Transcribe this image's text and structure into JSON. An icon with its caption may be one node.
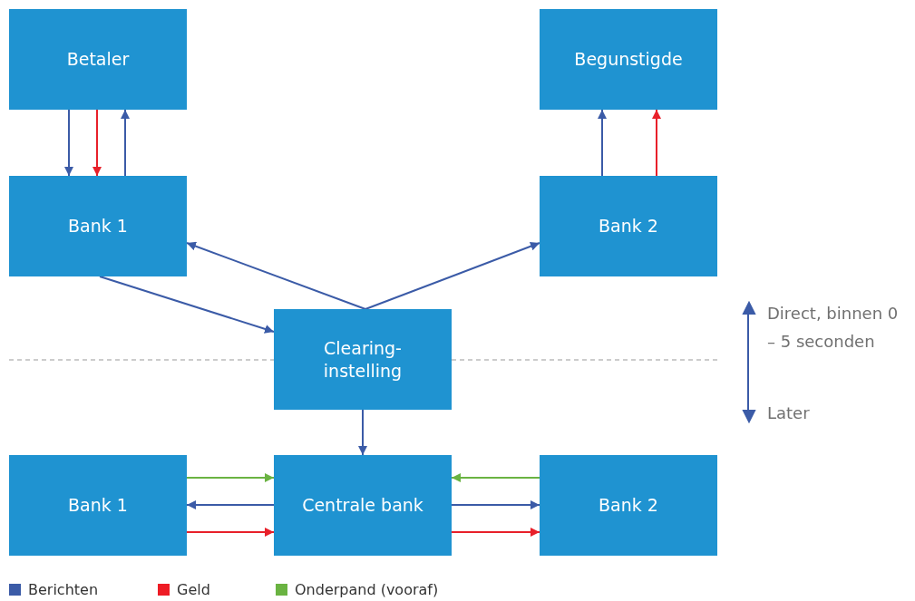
{
  "diagram": {
    "nodes": [
      {
        "text": [
          "Betaler"
        ]
      },
      {
        "text": [
          "Begunstigde"
        ]
      },
      {
        "text": [
          "Bank 1"
        ]
      },
      {
        "text": [
          "Bank 2"
        ]
      },
      {
        "text": [
          "Clearing-instelling"
        ]
      },
      {
        "text": [
          "Bank 1"
        ]
      },
      {
        "text": [
          "Centrale bank"
        ]
      },
      {
        "text": [
          "Bank 2"
        ]
      }
    ],
    "edges": [
      {
        "from": 0,
        "to": 2,
        "arrow": "to"
      },
      {
        "from": 0,
        "to": 2,
        "arrow": "to",
        "color": "#e8202a"
      },
      {
        "from": 2,
        "to": 0,
        "arrow": "to"
      },
      {
        "from": 3,
        "to": 1,
        "arrow": "to"
      },
      {
        "from": 3,
        "to": 1,
        "arrow": "to",
        "color": "#e8202a"
      },
      {
        "from": 2,
        "to": 4,
        "arrow": "to"
      },
      {
        "from": 4,
        "to": 2,
        "arrow": "to"
      },
      {
        "from": 4,
        "to": 3,
        "arrow": "to"
      },
      {
        "from": 4,
        "to": 6,
        "arrow": "to"
      },
      {
        "from": 5,
        "to": 6,
        "arrow": "to",
        "color": "#6ab342"
      },
      {
        "from": 6,
        "to": 5,
        "arrow": "to"
      },
      {
        "from": 5,
        "to": 6,
        "arrow": "to",
        "color": "#e8202a"
      },
      {
        "from": 7,
        "to": 6,
        "arrow": "to",
        "color": "#6ab342"
      },
      {
        "from": 6,
        "to": 7,
        "arrow": "to"
      },
      {
        "from": 6,
        "to": 7,
        "arrow": "to",
        "color": "#e8202a"
      }
    ],
    "labels": [
      "Direct, binnen 0 – 5 seconden",
      "Later"
    ],
    "legend": [
      {
        "text": "Berichten",
        "color": "#3b5ba7"
      },
      {
        "text": "Geld",
        "color": "#ee1c25"
      },
      {
        "text": "Onderpand (vooraf)",
        "color": "#6ab342"
      }
    ]
  }
}
